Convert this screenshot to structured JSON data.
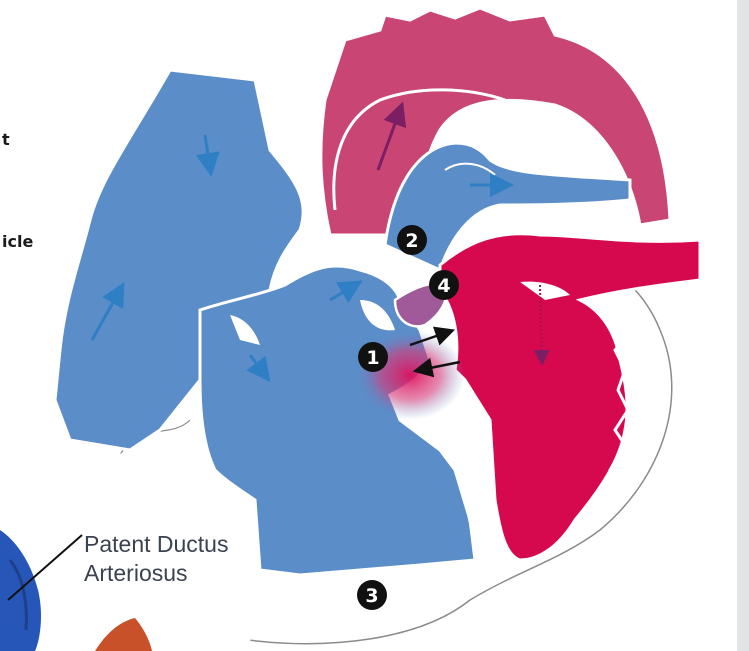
{
  "fragments": [
    "t",
    "icle"
  ],
  "callout": {
    "line1": "Patent Ductus",
    "line2": "Arteriosus"
  },
  "markers": [
    {
      "name": "marker-1",
      "label": "1"
    },
    {
      "name": "marker-2",
      "label": "2"
    },
    {
      "name": "marker-3",
      "label": "3"
    },
    {
      "name": "marker-4",
      "label": "4"
    }
  ],
  "colors": {
    "deoxygenated": "#5b8dc9",
    "oxygenated": "#d6094e",
    "aorta": "#c94573",
    "mixing": "#a05a99",
    "outline": "#ffffff",
    "marker": "#111111",
    "callout_text": "#3b4250"
  }
}
